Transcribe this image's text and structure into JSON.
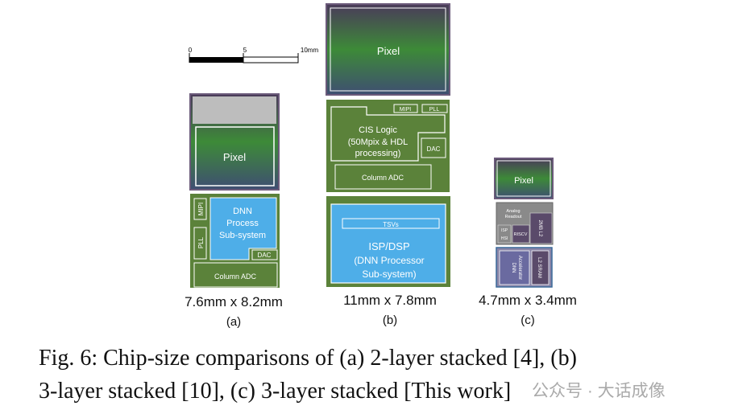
{
  "scale_bar": {
    "ticks": [
      "0",
      "5",
      "10mm"
    ]
  },
  "chip_a": {
    "pixel": "Pixel",
    "dnn": [
      "DNN",
      "Process",
      "Sub-system"
    ],
    "mipi": "MIPI",
    "pll": "PLL",
    "dac": "DAC",
    "adc": "Column ADC",
    "size": "7.6mm x 8.2mm",
    "tag": "(a)"
  },
  "chip_b": {
    "pixel": "Pixel",
    "cis": [
      "CIS Logic",
      "(50Mpix & HDL",
      "processing)"
    ],
    "mipi": "MIPI",
    "pll": "PLL",
    "dac": "DAC",
    "adc": "Column ADC",
    "tsvs": "TSVs",
    "isp": [
      "ISP/DSP",
      "(DNN Processor",
      "Sub-system)"
    ],
    "size": "11mm x 7.8mm",
    "tag": "(b)"
  },
  "chip_c": {
    "pixel": "Pixel",
    "analog": [
      "Analog",
      "Readout"
    ],
    "isp": [
      "ISP",
      "HSI"
    ],
    "riscv": "RISCV",
    "l2mb": "2MB L2",
    "dnn": [
      "DNN",
      "Accelerator"
    ],
    "sram": "L2 SRAM",
    "size": "4.7mm x 3.4mm",
    "tag": "(c)"
  },
  "caption": {
    "line1": "Fig. 6: Chip-size comparisons of (a) 2-layer stacked [4], (b)",
    "line2": "3-layer stacked [10], (c) 3-layer stacked [This work]"
  },
  "watermark": "公众号 · 大话成像",
  "colors": {
    "logic_green": "#5b823a",
    "dnn_blue": "#4eaee8",
    "pixel_green": "#3f8a3a",
    "pixel_dark": "#3f4a6a"
  }
}
